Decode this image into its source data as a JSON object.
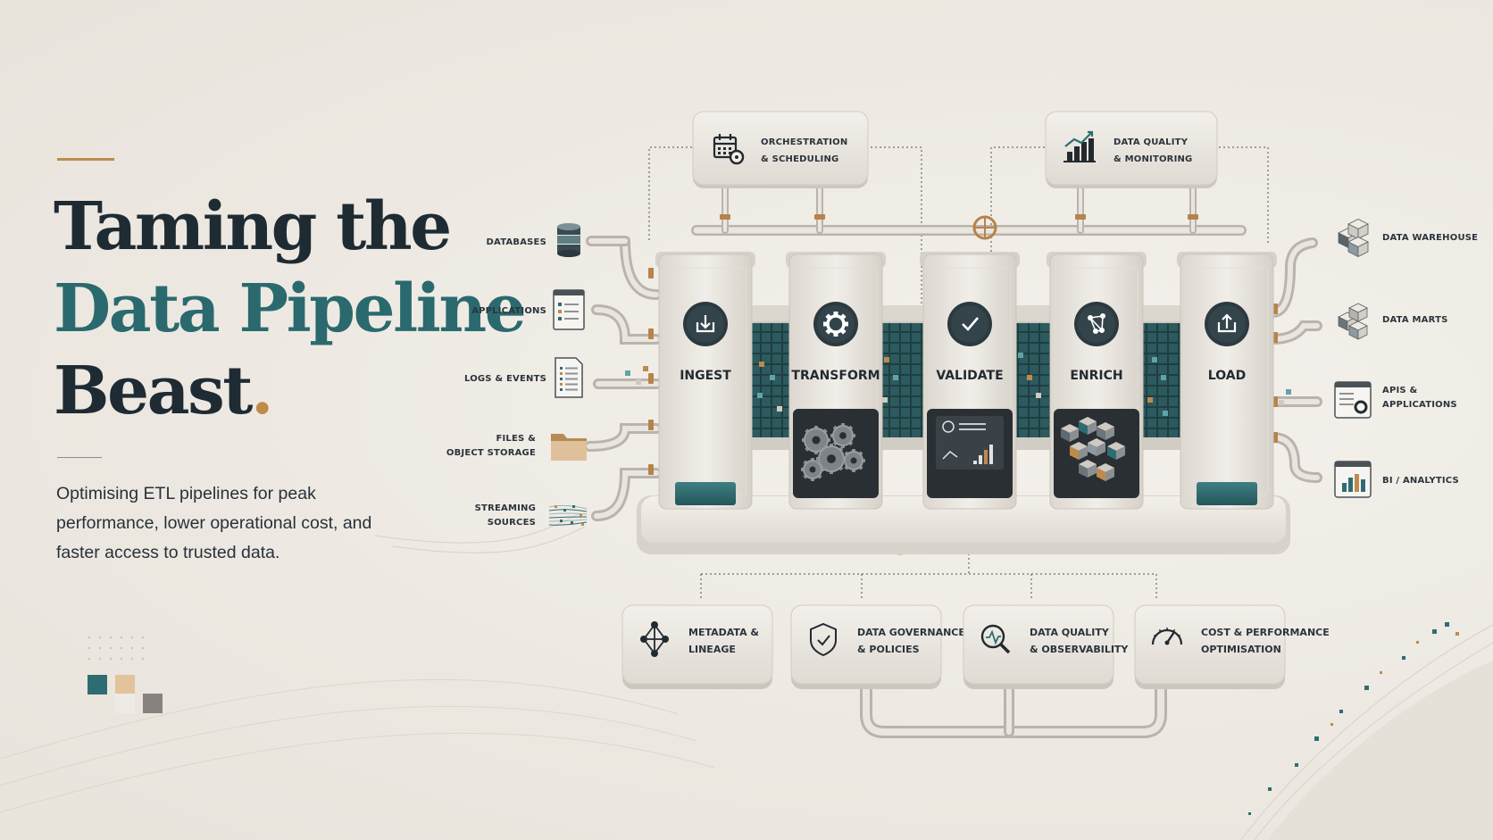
{
  "hero": {
    "title_line1": "Taming the",
    "title_line2": "Data Pipeline",
    "title_line3": "Beast",
    "title_dot": ".",
    "subtitle": "Optimising ETL pipelines for peak performance, lower operational cost, and faster access to trusted data."
  },
  "colors": {
    "teal": "#2d6d72",
    "copper": "#c08a4a",
    "dark": "#1f2b33",
    "stone": "#e8e4dc"
  },
  "top_boxes": [
    {
      "line1": "ORCHESTRATION",
      "line2": "& SCHEDULING",
      "icon": "calendar-gear-icon"
    },
    {
      "line1": "DATA QUALITY",
      "line2": "& MONITORING",
      "icon": "bar-chart-trend-icon"
    }
  ],
  "sources": [
    {
      "line1": "DATABASES",
      "line2": "",
      "icon": "database-icon"
    },
    {
      "line1": "APPLICATIONS",
      "line2": "",
      "icon": "application-window-icon"
    },
    {
      "line1": "LOGS & EVENTS",
      "line2": "",
      "icon": "log-document-icon"
    },
    {
      "line1": "FILES &",
      "line2": "OBJECT STORAGE",
      "icon": "folder-icon"
    },
    {
      "line1": "STREAMING",
      "line2": "SOURCES",
      "icon": "stream-icon"
    }
  ],
  "stages": [
    {
      "label": "INGEST",
      "icon": "download-tray-icon"
    },
    {
      "label": "TRANSFORM",
      "icon": "gear-icon"
    },
    {
      "label": "VALIDATE",
      "icon": "checkmark-icon"
    },
    {
      "label": "ENRICH",
      "icon": "network-nodes-icon"
    },
    {
      "label": "LOAD",
      "icon": "upload-tray-icon"
    }
  ],
  "destinations": [
    {
      "line1": "DATA WAREHOUSE",
      "line2": "",
      "icon": "warehouse-cubes-icon"
    },
    {
      "line1": "DATA MARTS",
      "line2": "",
      "icon": "data-mart-cubes-icon"
    },
    {
      "line1": "APIS &",
      "line2": "APPLICATIONS",
      "icon": "api-window-icon"
    },
    {
      "line1": "BI / ANALYTICS",
      "line2": "",
      "icon": "bi-chart-icon"
    }
  ],
  "bottom_boxes": [
    {
      "line1": "METADATA &",
      "line2": "LINEAGE",
      "icon": "lineage-graph-icon"
    },
    {
      "line1": "DATA GOVERNANCE",
      "line2": "& POLICIES",
      "icon": "shield-check-icon"
    },
    {
      "line1": "DATA QUALITY",
      "line2": "& OBSERVABILITY",
      "icon": "magnifier-pulse-icon"
    },
    {
      "line1": "COST & PERFORMANCE",
      "line2": "OPTIMISATION",
      "icon": "speedometer-icon"
    }
  ]
}
